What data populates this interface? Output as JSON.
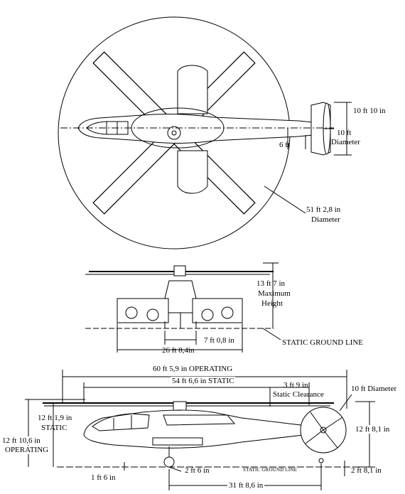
{
  "top_view": {
    "tail_rotor_height": "10 ft 10 in",
    "tail_rotor_diameter_value": "10 ft",
    "tail_rotor_diameter_word": "Diameter",
    "tail_offset": "6 ft",
    "main_rotor_diameter_value": "51 ft 2,8 in",
    "main_rotor_diameter_word": "Diameter"
  },
  "front_view": {
    "max_height_value": "13 ft 7 in",
    "max_height_word1": "Maximum",
    "max_height_word2": "Height",
    "static_ground_line": "STATIC GROUND LINE",
    "track_width": "7 ft 0,8 in",
    "span_width": "26 ft 8,4in"
  },
  "side_view": {
    "length_operating": "60 ft 5,9 in OPERATING",
    "length_static": "54 ft 6,6 in STATIC",
    "clearance_value": "3 ft 9 in",
    "clearance_word": "Static Clearance",
    "tail_rotor_diameter": "10 ft Diameter",
    "static_height_value": "12 ft 1,9 in",
    "static_height_word": "STATIC",
    "operating_height_value": "12 ft 10,6 in",
    "operating_height_word": "OPERATING",
    "tail_height": "12 ft 8,1 in",
    "nose_wheel_height": "1 ft 6 in",
    "wheel_offset": "2 ft 6 in",
    "static_ground_line": "STATIC GROUND LINE",
    "tail_wheel_height": "2 ft 8,1 in",
    "wheelbase": "31 ft 8,6 in"
  }
}
